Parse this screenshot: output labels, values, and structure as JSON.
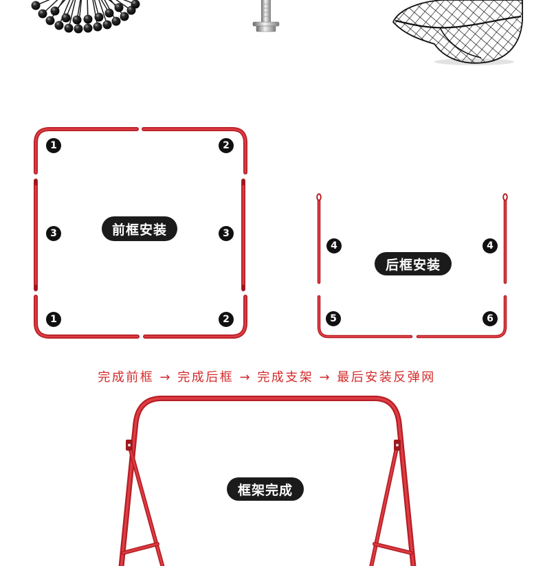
{
  "accessories": {
    "left_icon": "bungee-balls-icon",
    "center_icon": "bolt-icon",
    "right_icon": "rebound-net-icon"
  },
  "front_frame": {
    "label": "前框安装",
    "markers": [
      "1",
      "2",
      "3",
      "3",
      "1",
      "2"
    ]
  },
  "back_frame": {
    "label": "后框安装",
    "markers": [
      "4",
      "4",
      "5",
      "6"
    ]
  },
  "steps_text": "完成前框 → 完成后框 → 完成支架 → 最后安装反弹网",
  "assembled": {
    "label": "框架完成"
  },
  "colors": {
    "frame_red": "#b51f26",
    "steps_red": "#d42a2a",
    "pill_bg": "#1b1b1b",
    "marker_bg": "#111111"
  }
}
